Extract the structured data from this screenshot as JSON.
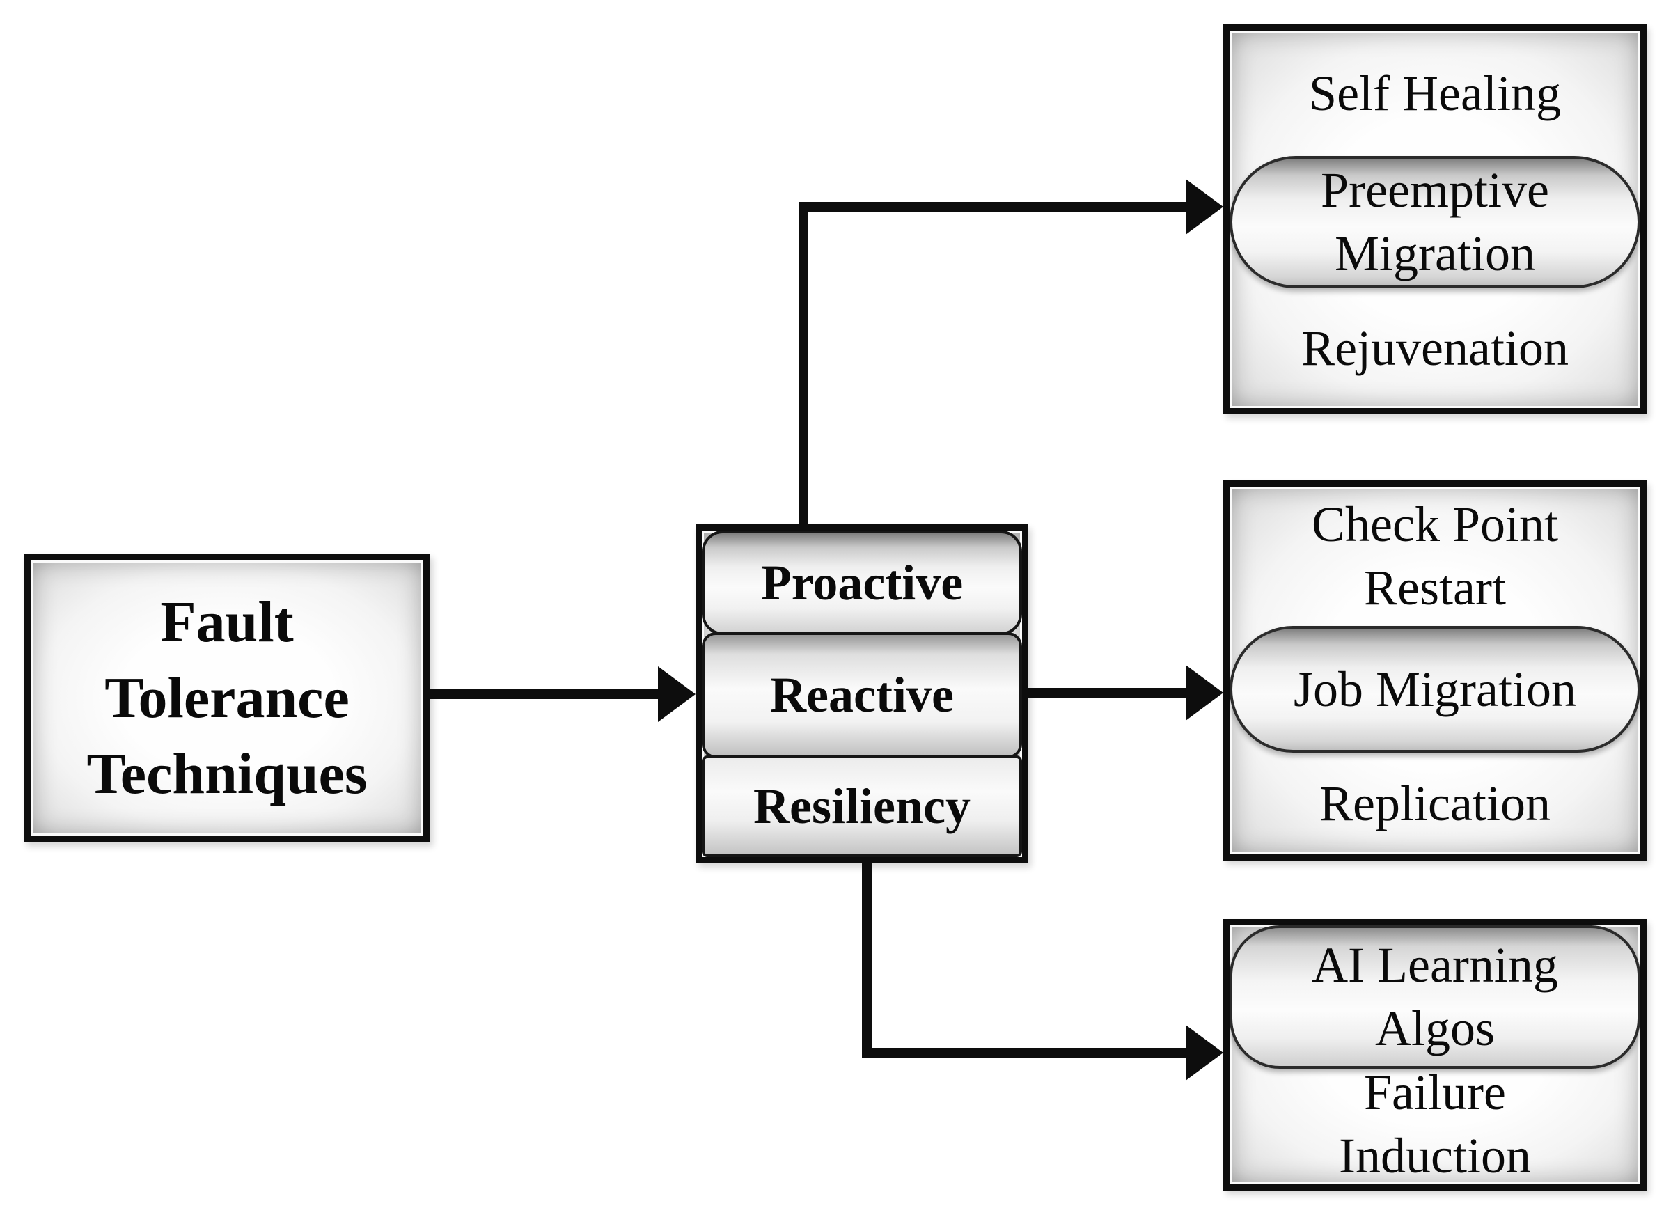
{
  "root": {
    "label": "Fault Tolerance Techniques"
  },
  "categories": {
    "proactive": {
      "label": "Proactive"
    },
    "reactive": {
      "label": "Reactive"
    },
    "resiliency": {
      "label": "Resiliency"
    }
  },
  "techniques": {
    "proactive": {
      "self_healing": {
        "label": "Self Healing"
      },
      "preemptive_migration": {
        "label": "Preemptive Migration"
      },
      "rejuvenation": {
        "label": "Rejuvenation"
      }
    },
    "reactive": {
      "check_point_restart": {
        "label": "Check Point Restart"
      },
      "job_migration": {
        "label": "Job Migration"
      },
      "replication": {
        "label": "Replication"
      }
    },
    "resiliency": {
      "ai_learning_algos": {
        "label": "AI Learning Algos"
      },
      "failure_induction": {
        "label": "Failure Induction"
      }
    }
  },
  "colors": {
    "background": "#ffffff",
    "line": "#0d0d0d",
    "box_border": "#0d0d0d",
    "pill_border": "#2b2b2b",
    "fill_highlight": "#fbfbfb",
    "fill_shade": "#dedede",
    "pill_top_shade": "#808080",
    "text": "#0a0a0a"
  }
}
